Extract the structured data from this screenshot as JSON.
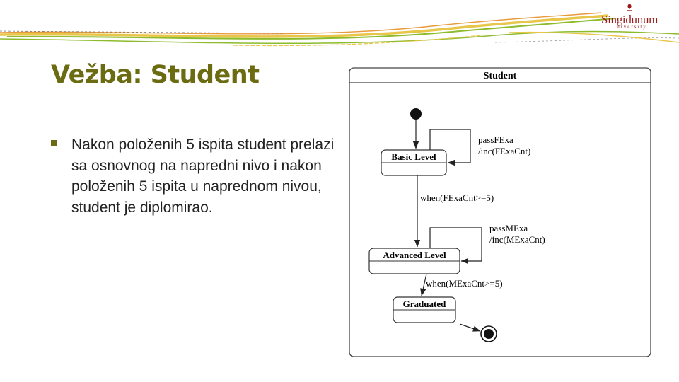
{
  "logo": {
    "name": "Singidunum",
    "subtitle": "University"
  },
  "title": "Vežba: Student",
  "bullets": [
    "Nakon položenih 5 ispita student prelazi sa osnovnog na napredni nivo i nakon položenih 5 ispita u naprednom nivou, student je diplomirao."
  ],
  "diagram": {
    "container_name": "Student",
    "states": {
      "basic": "Basic Level",
      "advanced": "Advanced Level",
      "graduated": "Graduated"
    },
    "transitions": {
      "basic_self_event": "passFExa",
      "basic_self_action": "/inc(FExaCnt)",
      "basic_to_advanced": "when(FExaCnt>=5)",
      "advanced_self_event": "passMExa",
      "advanced_self_action": "/inc(MExaCnt)",
      "advanced_to_graduated": "when(MExaCnt>=5)"
    }
  },
  "colors": {
    "title": "#6b6b12",
    "bullet": "#6b6b12",
    "swoosh_green": "#8dbb2c",
    "swoosh_yellow": "#e8c64a",
    "swoosh_orange": "#e89a3c",
    "logo": "#9a1a1a"
  }
}
